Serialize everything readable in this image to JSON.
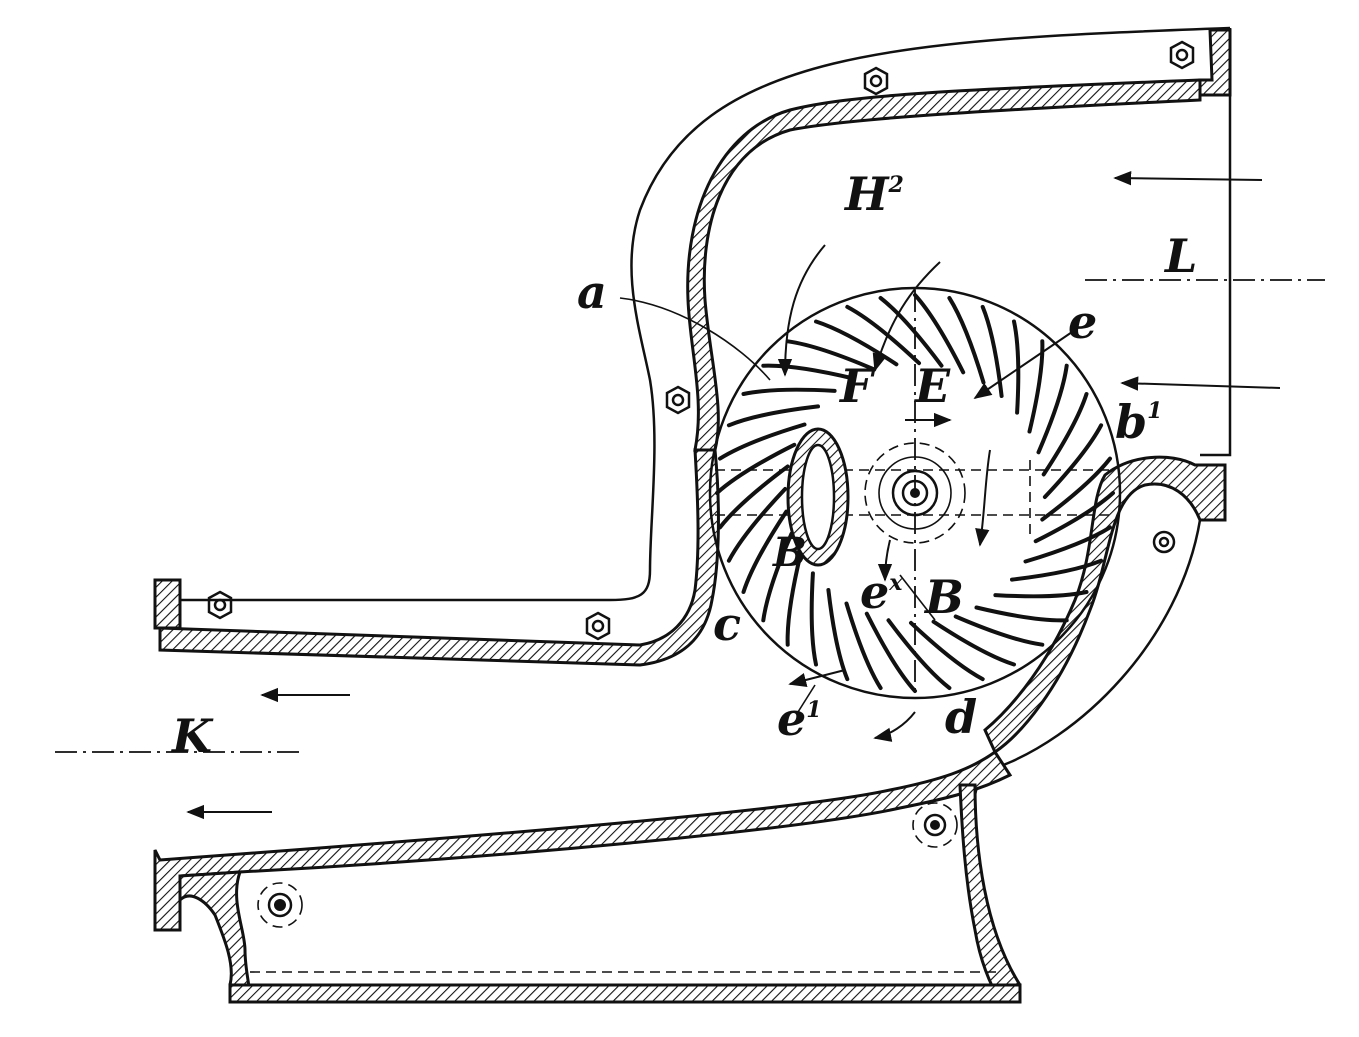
{
  "labels": {
    "H2_base": "H",
    "H2_sup": "2",
    "L": "L",
    "a": "a",
    "e_top": "e",
    "F": "F",
    "E": "E",
    "b1_base": "b",
    "b1_sup": "1",
    "B_small": "B",
    "B_large": "B",
    "ex_base": "e",
    "ex_sup": "x",
    "c": "c",
    "K": "K",
    "e1_base": "e",
    "e1_sup": "1",
    "d": "d"
  }
}
